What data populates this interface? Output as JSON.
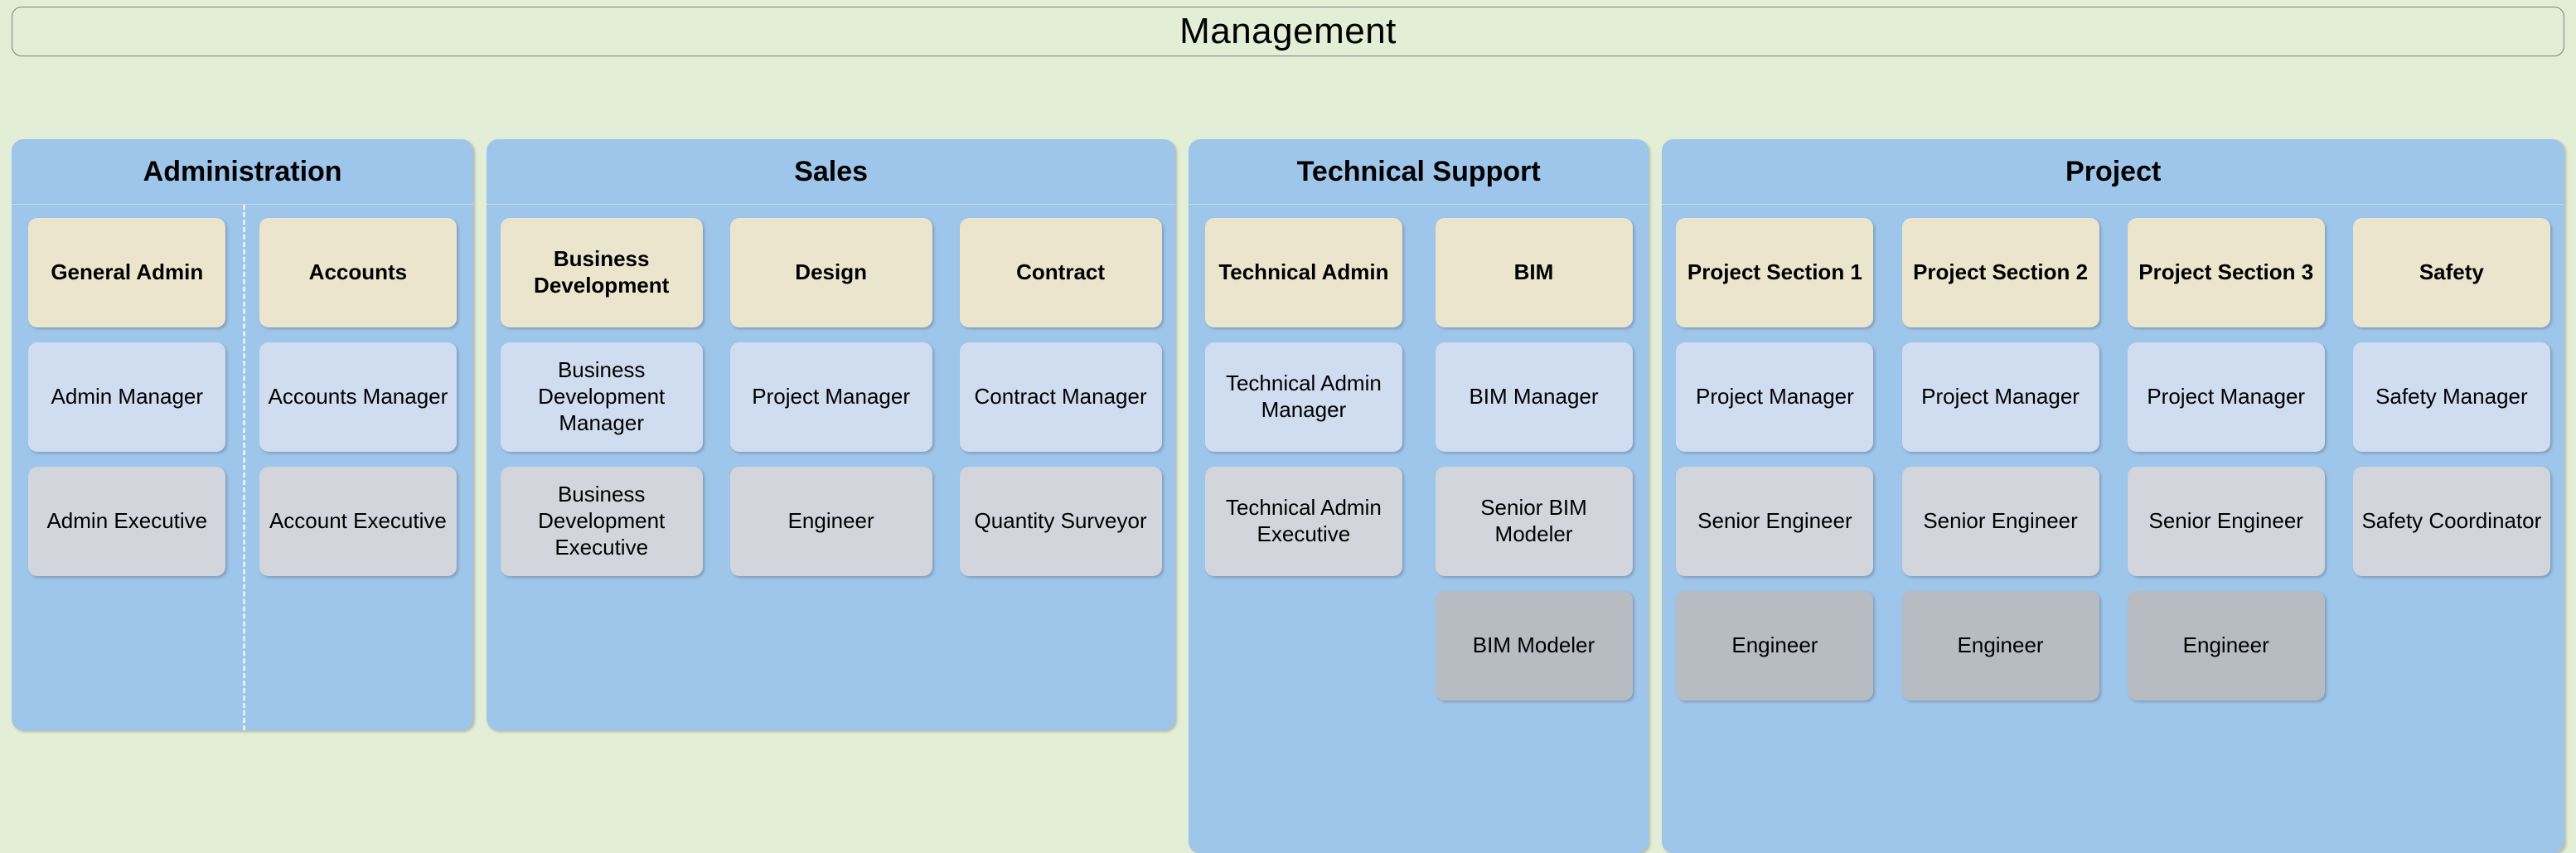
{
  "title": "Management",
  "columns": [
    {
      "key": "administration",
      "name": "Administration",
      "divider": true,
      "subcolumns": [
        {
          "cells": [
            {
              "label": "General Admin",
              "level": 0
            },
            {
              "label": "Admin Manager",
              "level": 1
            },
            {
              "label": "Admin Executive",
              "level": 2
            }
          ]
        },
        {
          "cells": [
            {
              "label": "Accounts",
              "level": 0
            },
            {
              "label": "Accounts Manager",
              "level": 1
            },
            {
              "label": "Account Executive",
              "level": 2
            }
          ]
        }
      ]
    },
    {
      "key": "sales",
      "name": "Sales",
      "divider": false,
      "subcolumns": [
        {
          "cells": [
            {
              "label": "Business Development",
              "level": 0
            },
            {
              "label": "Business Development Manager",
              "level": 1
            },
            {
              "label": "Business Development Executive",
              "level": 2
            }
          ]
        },
        {
          "cells": [
            {
              "label": "Design",
              "level": 0
            },
            {
              "label": "Project Manager",
              "level": 1
            },
            {
              "label": "Engineer",
              "level": 2
            }
          ]
        },
        {
          "cells": [
            {
              "label": "Contract",
              "level": 0
            },
            {
              "label": "Contract Manager",
              "level": 1
            },
            {
              "label": "Quantity Surveyor",
              "level": 2
            }
          ]
        }
      ]
    },
    {
      "key": "technical-support",
      "name": "Technical Support",
      "divider": false,
      "subcolumns": [
        {
          "cells": [
            {
              "label": "Technical Admin",
              "level": 0
            },
            {
              "label": "Technical Admin Manager",
              "level": 1
            },
            {
              "label": "Technical Admin Executive",
              "level": 2
            }
          ]
        },
        {
          "cells": [
            {
              "label": "BIM",
              "level": 0
            },
            {
              "label": "BIM Manager",
              "level": 1
            },
            {
              "label": "Senior BIM Modeler",
              "level": 2
            },
            {
              "label": "BIM Modeler",
              "level": 3
            }
          ]
        }
      ]
    },
    {
      "key": "project",
      "name": "Project",
      "divider": false,
      "subcolumns": [
        {
          "cells": [
            {
              "label": "Project Section 1",
              "level": 0
            },
            {
              "label": "Project Manager",
              "level": 1
            },
            {
              "label": "Senior Engineer",
              "level": 2
            },
            {
              "label": "Engineer",
              "level": 3
            }
          ]
        },
        {
          "cells": [
            {
              "label": "Project Section 2",
              "level": 0
            },
            {
              "label": "Project Manager",
              "level": 1
            },
            {
              "label": "Senior Engineer",
              "level": 2
            },
            {
              "label": "Engineer",
              "level": 3
            }
          ]
        },
        {
          "cells": [
            {
              "label": "Project Section 3",
              "level": 0
            },
            {
              "label": "Project Manager",
              "level": 1
            },
            {
              "label": "Senior Engineer",
              "level": 2
            },
            {
              "label": "Engineer",
              "level": 3
            }
          ]
        },
        {
          "cells": [
            {
              "label": "Safety",
              "level": 0
            },
            {
              "label": "Safety Manager",
              "level": 1
            },
            {
              "label": "Safety Coordinator",
              "level": 2
            }
          ]
        }
      ]
    }
  ],
  "colors": {
    "canvas": "#e3eed6",
    "column": "#9ec5ea",
    "level0": "#ece5cd",
    "level1": "#d0dcf0",
    "level2": "#d2d5dc",
    "level3": "#b7bbc2",
    "divider": "#e7eef6",
    "text": "#000000"
  }
}
